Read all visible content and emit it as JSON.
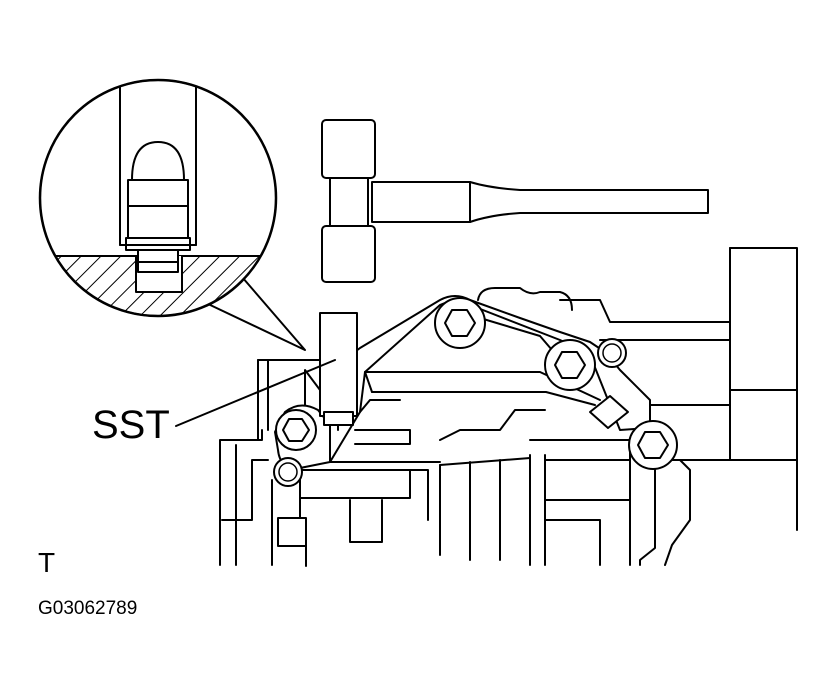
{
  "labels": {
    "sst": "SST",
    "view_code": "T",
    "figure_id": "G03062789"
  }
}
